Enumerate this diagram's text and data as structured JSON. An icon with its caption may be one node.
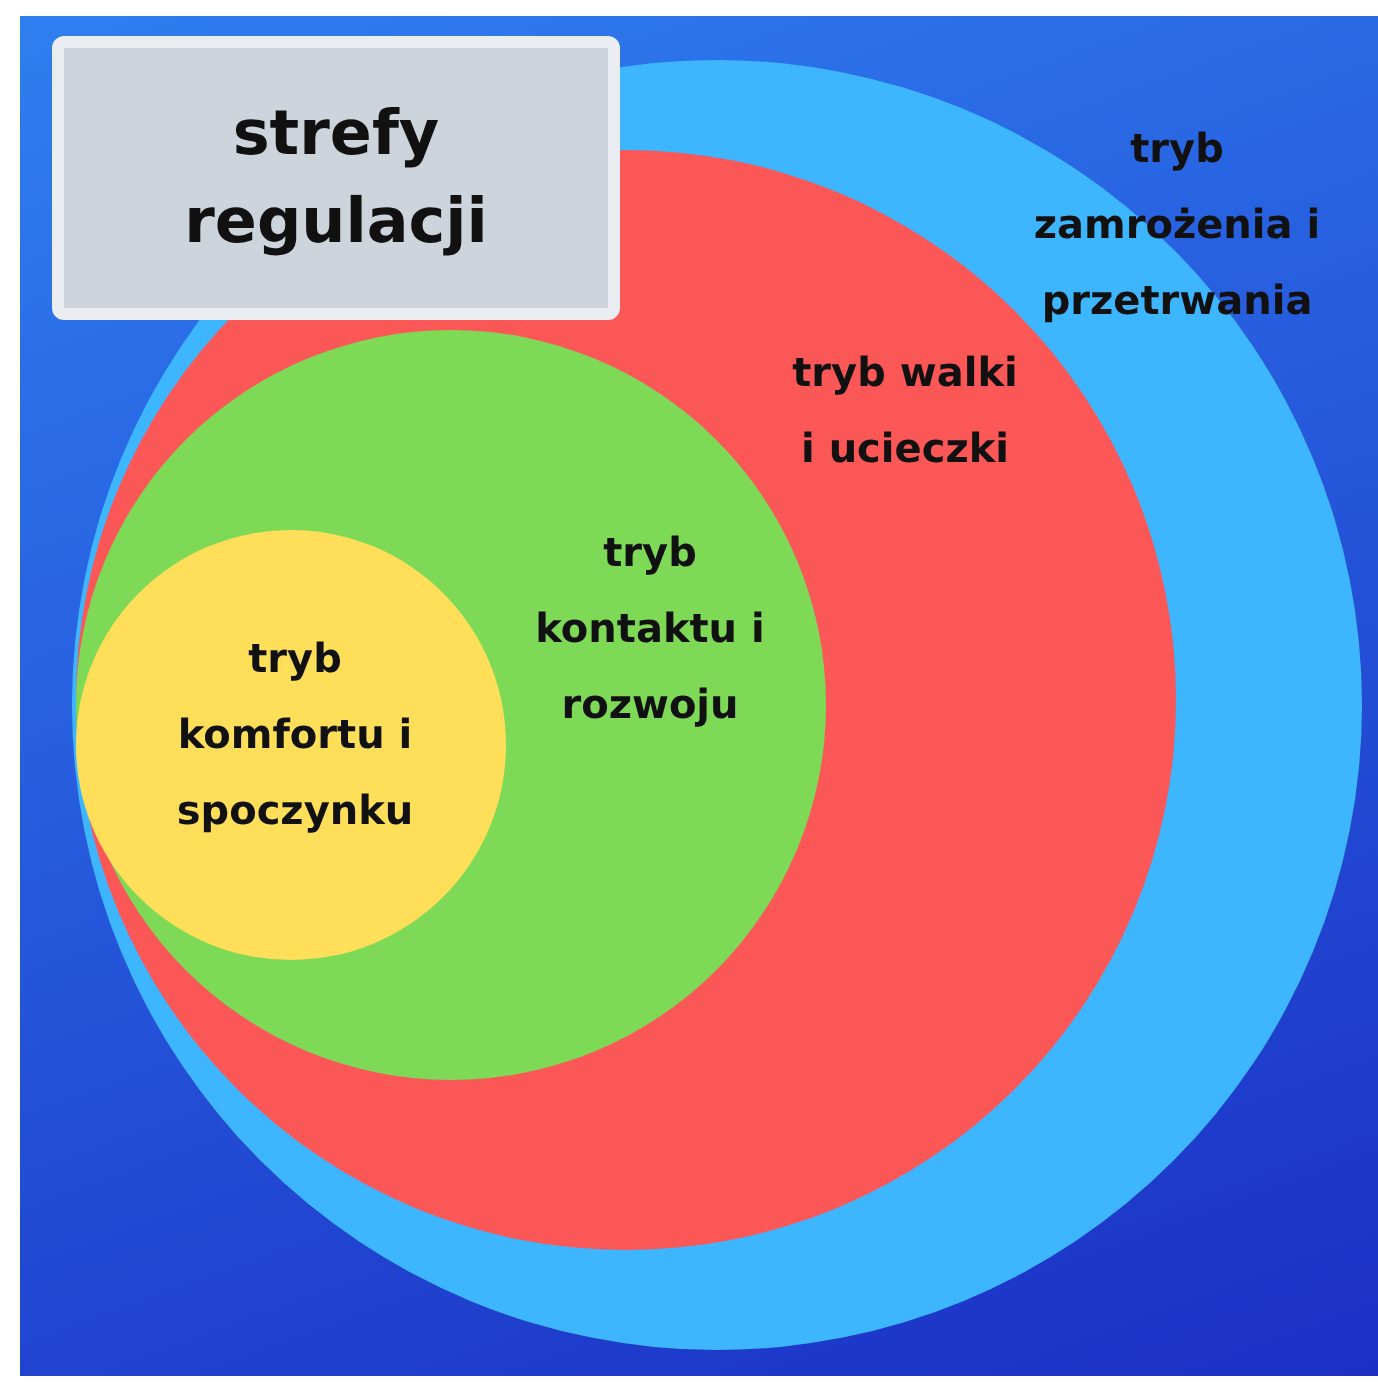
{
  "diagram": {
    "title": "strefy regulacji",
    "nodes": [
      {
        "text": [
          "tryb zamrożenia i przetrwania"
        ]
      },
      {
        "text": [
          "tryb walki i ucieczki"
        ],
        "in": 0
      },
      {
        "text": [
          "tryb kontaktu i rozwoju"
        ],
        "in": 1
      },
      {
        "text": [
          "tryb komfortu i spoczynku"
        ],
        "in": 2
      }
    ],
    "edges": []
  }
}
